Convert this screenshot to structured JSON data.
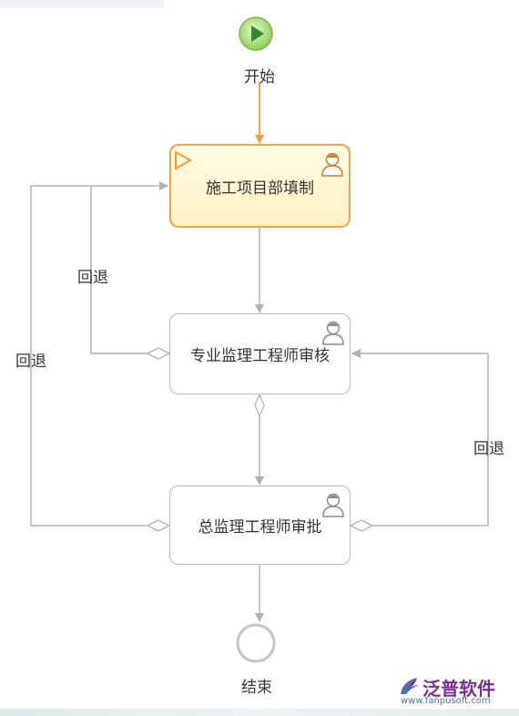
{
  "start_label": "开始",
  "end_label": "结束",
  "tasks": {
    "fill": "施工项目部填制",
    "review": "专业监理工程师审核",
    "approve": "总监理工程师审批"
  },
  "return_label": "回退",
  "logo": {
    "name": "泛普软件",
    "url": "www.fanpusoft.com"
  },
  "colors": {
    "start_fill": "#8ccf5a",
    "active_border": "#f4a24a",
    "active_fill": "#fff3c4",
    "arrow_orange": "#f39a3c",
    "connector": "#b3b3b3",
    "logo_purple": "#7a2f8f",
    "logo_blue": "#4b6fb5"
  }
}
